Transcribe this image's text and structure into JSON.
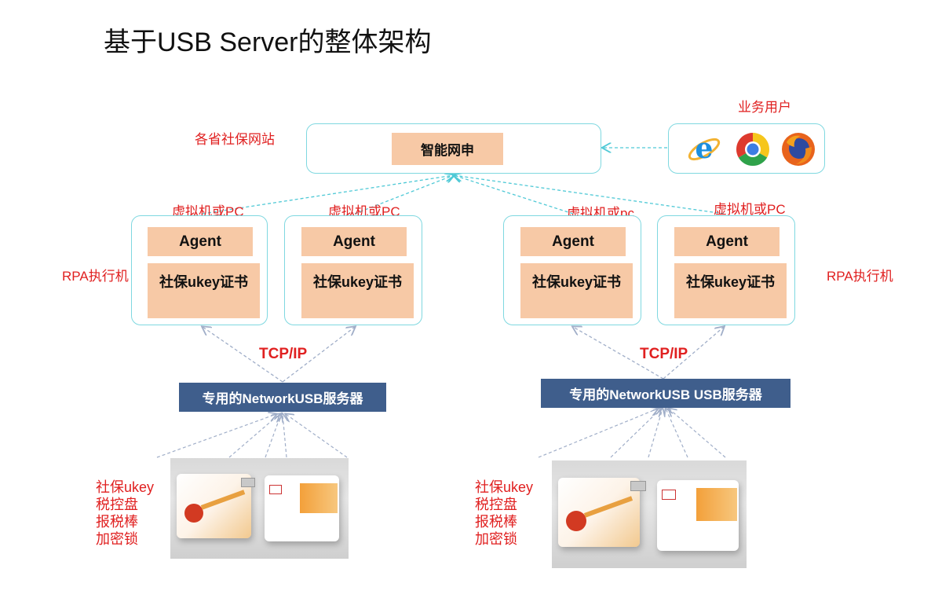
{
  "title": "基于USB Server的整体架构",
  "labels": {
    "provincial_sites": "各省社保网站",
    "business_users": "业务用户",
    "vm_or_pc_1": "虚拟机或PC",
    "vm_or_pc_2": "虚拟机或PC",
    "vm_or_pc_3": "虚拟机或pc",
    "vm_or_pc_4": "虚拟机或PC",
    "rpa_left": "RPA执行机",
    "rpa_right": "RPA执行机",
    "tcpip_left": "TCP/IP",
    "tcpip_right": "TCP/IP"
  },
  "smart_apply": "智能网申",
  "machines": [
    {
      "agent": "Agent",
      "cert": "社保ukey证书"
    },
    {
      "agent": "Agent",
      "cert": "社保ukey证书"
    },
    {
      "agent": "Agent",
      "cert": "社保ukey证书"
    },
    {
      "agent": "Agent",
      "cert": "社保ukey证书"
    }
  ],
  "servers": {
    "left": "专用的NetworkUSB服务器",
    "right": "专用的NetworkUSB USB服务器"
  },
  "device_list_left": [
    "社保ukey",
    "税控盘",
    "报税棒",
    "加密锁"
  ],
  "device_list_right": [
    "社保ukey",
    "税控盘",
    "报税棒",
    "加密锁"
  ],
  "browser_icons": [
    "ie-icon",
    "chrome-icon",
    "firefox-icon"
  ],
  "colors": {
    "accent_red": "#e02020",
    "frame_cyan": "#7fd8e0",
    "peach": "#f7c9a6",
    "server_blue": "#3f5e8c",
    "arrow_line": "#a0aec8"
  }
}
